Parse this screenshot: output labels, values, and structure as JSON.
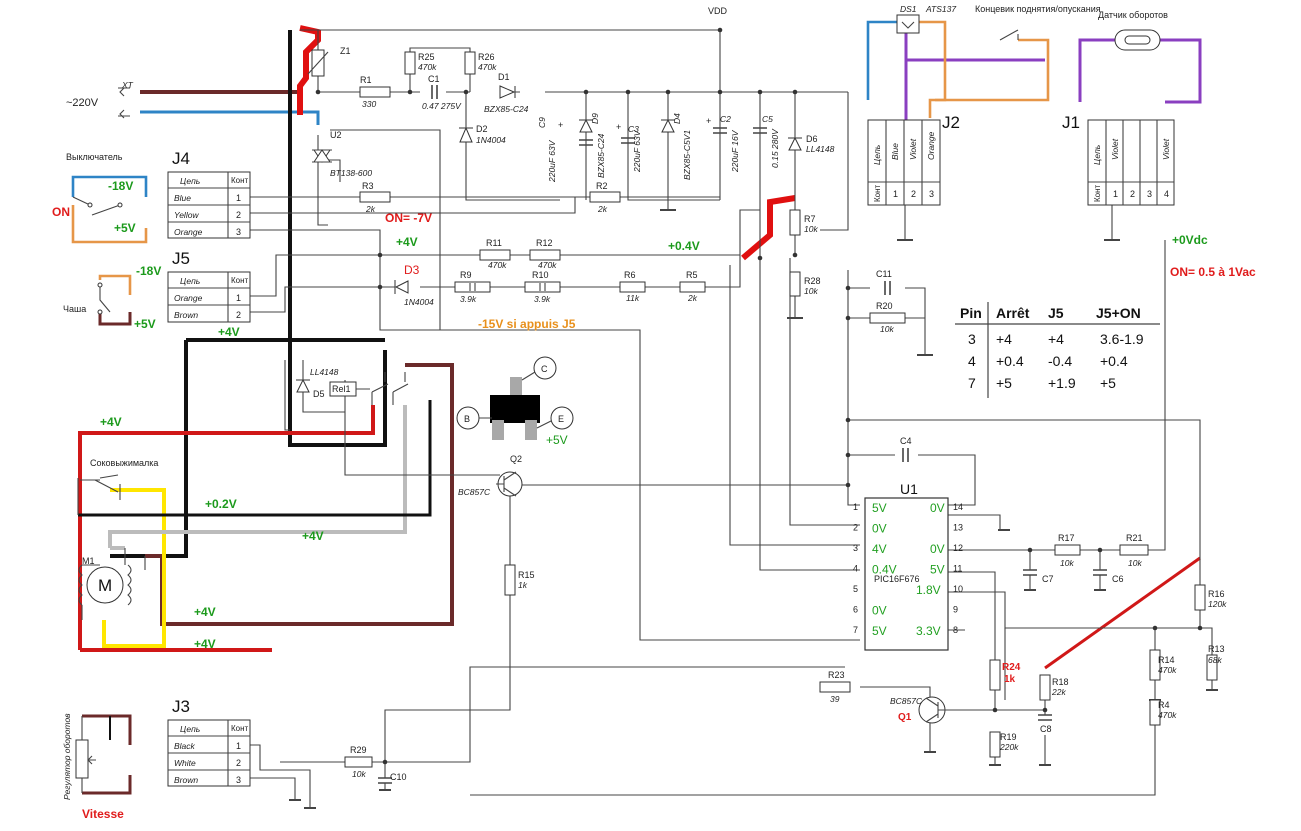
{
  "components": {
    "xt": "XT",
    "mains": "~220V",
    "vdd": "VDD",
    "z1": "Z1",
    "r1": "R1",
    "r1v": "330",
    "r25": "R25",
    "r25v": "470k",
    "r26": "R26",
    "r26v": "470k",
    "c1": "C1",
    "c1v": "0.47 275V",
    "d1": "D1",
    "d1v": "BZX85-C24",
    "d2": "D2",
    "d2v": "1N4004",
    "c9": "C9",
    "c9v": "220uF 63V",
    "d9": "D9",
    "d9v": "BZX85-C24",
    "c3": "C3",
    "c3v": "220uF 63V",
    "d4": "D4",
    "d4v": "BZX85-C5V1",
    "c2": "C2",
    "c2v": "220uF 16V",
    "c5": "C5",
    "c5v": "0.15 280V",
    "d6": "D6",
    "d6v": "LL4148",
    "u2": "U2",
    "u2v": "BT138-600",
    "r3": "R3",
    "r3v": "2k",
    "r2": "R2",
    "r2v": "2k",
    "r7": "R7",
    "r7v": "10k",
    "r28": "R28",
    "r28v": "10k",
    "r11": "R11",
    "r11v": "470k",
    "r12": "R12",
    "r12v": "470k",
    "d3": "D3",
    "d3v": "1N4004",
    "r9": "R9",
    "r9v": "3.9k",
    "r10": "R10",
    "r10v": "3.9k",
    "r6": "R6",
    "r6v": "11k",
    "r5": "R5",
    "r5v": "2k",
    "c11": "C11",
    "r20": "R20",
    "r20v": "10k",
    "d5": "D5",
    "d5v": "LL4148",
    "rel1": "Rel1",
    "q2": "Q2",
    "q2v": "BC857C",
    "c4": "C4",
    "r15": "R15",
    "r15v": "1k",
    "u1": "U1",
    "u1v": "PIC16F676",
    "r17": "R17",
    "r17v": "10k",
    "r21": "R21",
    "r21v": "10k",
    "c7": "C7",
    "c6": "C6",
    "r16": "R16",
    "r16v": "120k",
    "r13": "R13",
    "r13v": "68k",
    "r14": "R14",
    "r14v": "470k",
    "r4": "R4",
    "r4v": "470k",
    "r24": "R24",
    "r24v": "1k",
    "r18": "R18",
    "r18v": "22k",
    "c8": "C8",
    "r19": "R19",
    "r19v": "220k",
    "r23": "R23",
    "r23v": "39",
    "q1": "Q1",
    "q1v": "BC857C",
    "r29": "R29",
    "r29v": "10k",
    "c10": "C10",
    "m1": "M1",
    "motor_glyph": "M",
    "ds1": "DS1",
    "ats": "ATS137",
    "limit_switch": "Концевик поднятия/опускания",
    "speed_sensor": "Датчик оборотов",
    "switch_label": "Выключатель",
    "bowl_label": "Чаша",
    "juicer_label": "Соковыжималка",
    "speed_reg_label": "Регулятор оборотов"
  },
  "connectors": {
    "col_chain": "Цепь",
    "col_cont": "Конт",
    "j4": {
      "name": "J4",
      "rows": [
        {
          "c": "Blue",
          "n": "1"
        },
        {
          "c": "Yellow",
          "n": "2"
        },
        {
          "c": "Orange",
          "n": "3"
        }
      ]
    },
    "j5": {
      "name": "J5",
      "rows": [
        {
          "c": "Orange",
          "n": "1"
        },
        {
          "c": "Brown",
          "n": "2"
        }
      ]
    },
    "j3": {
      "name": "J3",
      "rows": [
        {
          "c": "Black",
          "n": "1"
        },
        {
          "c": "White",
          "n": "2"
        },
        {
          "c": "Brown",
          "n": "3"
        }
      ]
    },
    "j2": {
      "name": "J2",
      "cols": [
        {
          "c": "Blue",
          "n": "1"
        },
        {
          "c": "Violet",
          "n": "2"
        },
        {
          "c": "Orange",
          "n": "3"
        }
      ]
    },
    "j1": {
      "name": "J1",
      "cols": [
        {
          "c": "Violet",
          "n": "1"
        },
        {
          "c": "",
          "n": "2"
        },
        {
          "c": "",
          "n": "3"
        },
        {
          "c": "Violet",
          "n": "4"
        }
      ]
    }
  },
  "pic_pins": {
    "left": [
      {
        "n": "1",
        "v": "5V"
      },
      {
        "n": "2",
        "v": "0V"
      },
      {
        "n": "3",
        "v": "4V"
      },
      {
        "n": "4",
        "v": "0.4V"
      },
      {
        "n": "5",
        "v": ""
      },
      {
        "n": "6",
        "v": "0V"
      },
      {
        "n": "7",
        "v": "5V"
      }
    ],
    "right": [
      {
        "n": "14",
        "v": "0V"
      },
      {
        "n": "13",
        "v": ""
      },
      {
        "n": "12",
        "v": "0V"
      },
      {
        "n": "11",
        "v": "5V"
      },
      {
        "n": "10",
        "v": "1.8V"
      },
      {
        "n": "9",
        "v": ""
      },
      {
        "n": "8",
        "v": "3.3V"
      }
    ]
  },
  "transistor_pins": {
    "c": "C",
    "b": "B",
    "e": "E"
  },
  "annotations": {
    "on": "ON",
    "neg18a": "-18V",
    "pos5a": "+5V",
    "neg18b": "-18V",
    "pos5b": "+5V",
    "pos4_j5": "+4V",
    "on_neg7": "ON= -7V",
    "pos4_mid": "+4V",
    "pos04": "+0.4V",
    "d3_label": "D3",
    "minus15": "-15V si appuis J5",
    "pos0vdc": "+0Vdc",
    "on_vac": "ON= 0.5 à 1Vac",
    "pos4_red": "+4V",
    "pos5_e": "+5V",
    "pos02": "+0.2V",
    "pos4_grey": "+4V",
    "pos4_yellow": "+4V",
    "pos4_bottom": "+4V",
    "vitesse": "Vitesse"
  },
  "table": {
    "headers": [
      "Pin",
      "Arrêt",
      "J5",
      "J5+ON"
    ],
    "rows": [
      [
        "3",
        "+4",
        "+4",
        "3.6-1.9"
      ],
      [
        "4",
        "+0.4",
        "-0.4",
        "+0.4"
      ],
      [
        "7",
        "+5",
        "+1.9",
        "+5"
      ]
    ]
  },
  "colors": {
    "wire_blue": "#2e84c6",
    "wire_brown": "#6b2a2a",
    "wire_red": "#d01818",
    "wire_yellow": "#ffe600",
    "wire_grey": "#bcbcbc",
    "wire_black": "#111111",
    "wire_violet": "#8a3fc0",
    "wire_orange": "#e69648",
    "note_green": "#1c9a1c",
    "note_red": "#e01c1c",
    "note_orange": "#e8901c"
  }
}
